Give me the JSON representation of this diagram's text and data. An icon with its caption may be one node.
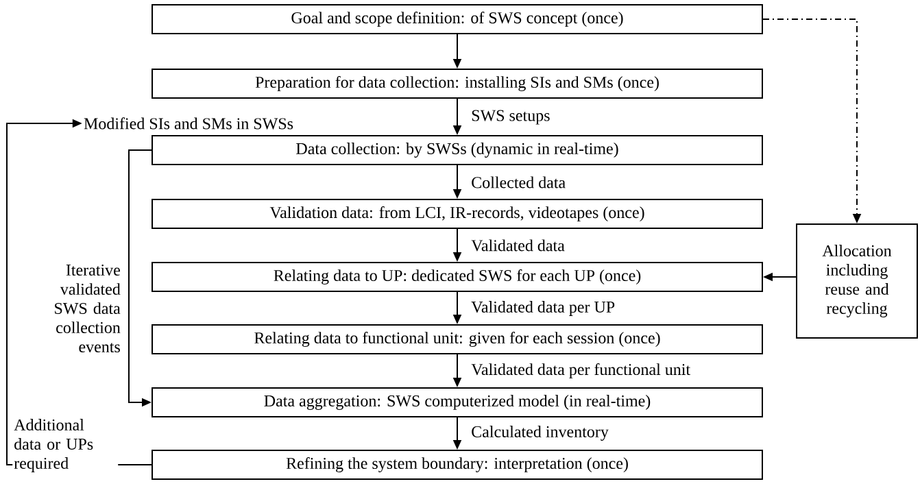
{
  "diagram": {
    "nodes": [
      {
        "text": [
          "Goal and scope definition: of SWS concept (once)"
        ]
      },
      {
        "text": [
          "Preparation for data collection: installing SIs and SMs (once)"
        ]
      },
      {
        "text": [
          "Data collection: by SWSs (dynamic in real-time)"
        ]
      },
      {
        "text": [
          "Validation data: from LCI, IR-records, videotapes (once)"
        ]
      },
      {
        "text": [
          "Relating data to UP: dedicated SWS for each UP (once)"
        ]
      },
      {
        "text": [
          "Relating data to functional unit: given for each session (once)"
        ]
      },
      {
        "text": [
          "Data aggregation: SWS computerized model (in real-time)"
        ]
      },
      {
        "text": [
          "Refining the system boundary: interpretation (once)"
        ]
      },
      {
        "text": [
          "Allocation including reuse and recycling"
        ]
      },
      {
        "text": [
          "Modified SIs and SMs in SWSs"
        ]
      }
    ],
    "edges": [
      {
        "from": 0,
        "to": 1,
        "arrow": "to"
      },
      {
        "from": 1,
        "to": 2,
        "arrow": "to",
        "label": "SWS setups"
      },
      {
        "from": 2,
        "to": 3,
        "arrow": "to",
        "label": "Collected data"
      },
      {
        "from": 3,
        "to": 4,
        "arrow": "to",
        "label": "Validated data"
      },
      {
        "from": 4,
        "to": 5,
        "arrow": "to",
        "label": "Validated data per UP"
      },
      {
        "from": 5,
        "to": 6,
        "arrow": "to",
        "label": "Validated data per functional unit"
      },
      {
        "from": 6,
        "to": 7,
        "arrow": "to",
        "label": "Calculated inventory"
      },
      {
        "from": 2,
        "to": 6,
        "arrow": "to",
        "label": "Iterative validated SWS data collection events"
      },
      {
        "from": 7,
        "to": 9,
        "arrow": "to",
        "label": "Additional data or UPs required"
      },
      {
        "from": 0,
        "to": 8,
        "arrow": "to",
        "style": "dashed"
      },
      {
        "from": 8,
        "to": 4,
        "arrow": "to"
      }
    ]
  }
}
